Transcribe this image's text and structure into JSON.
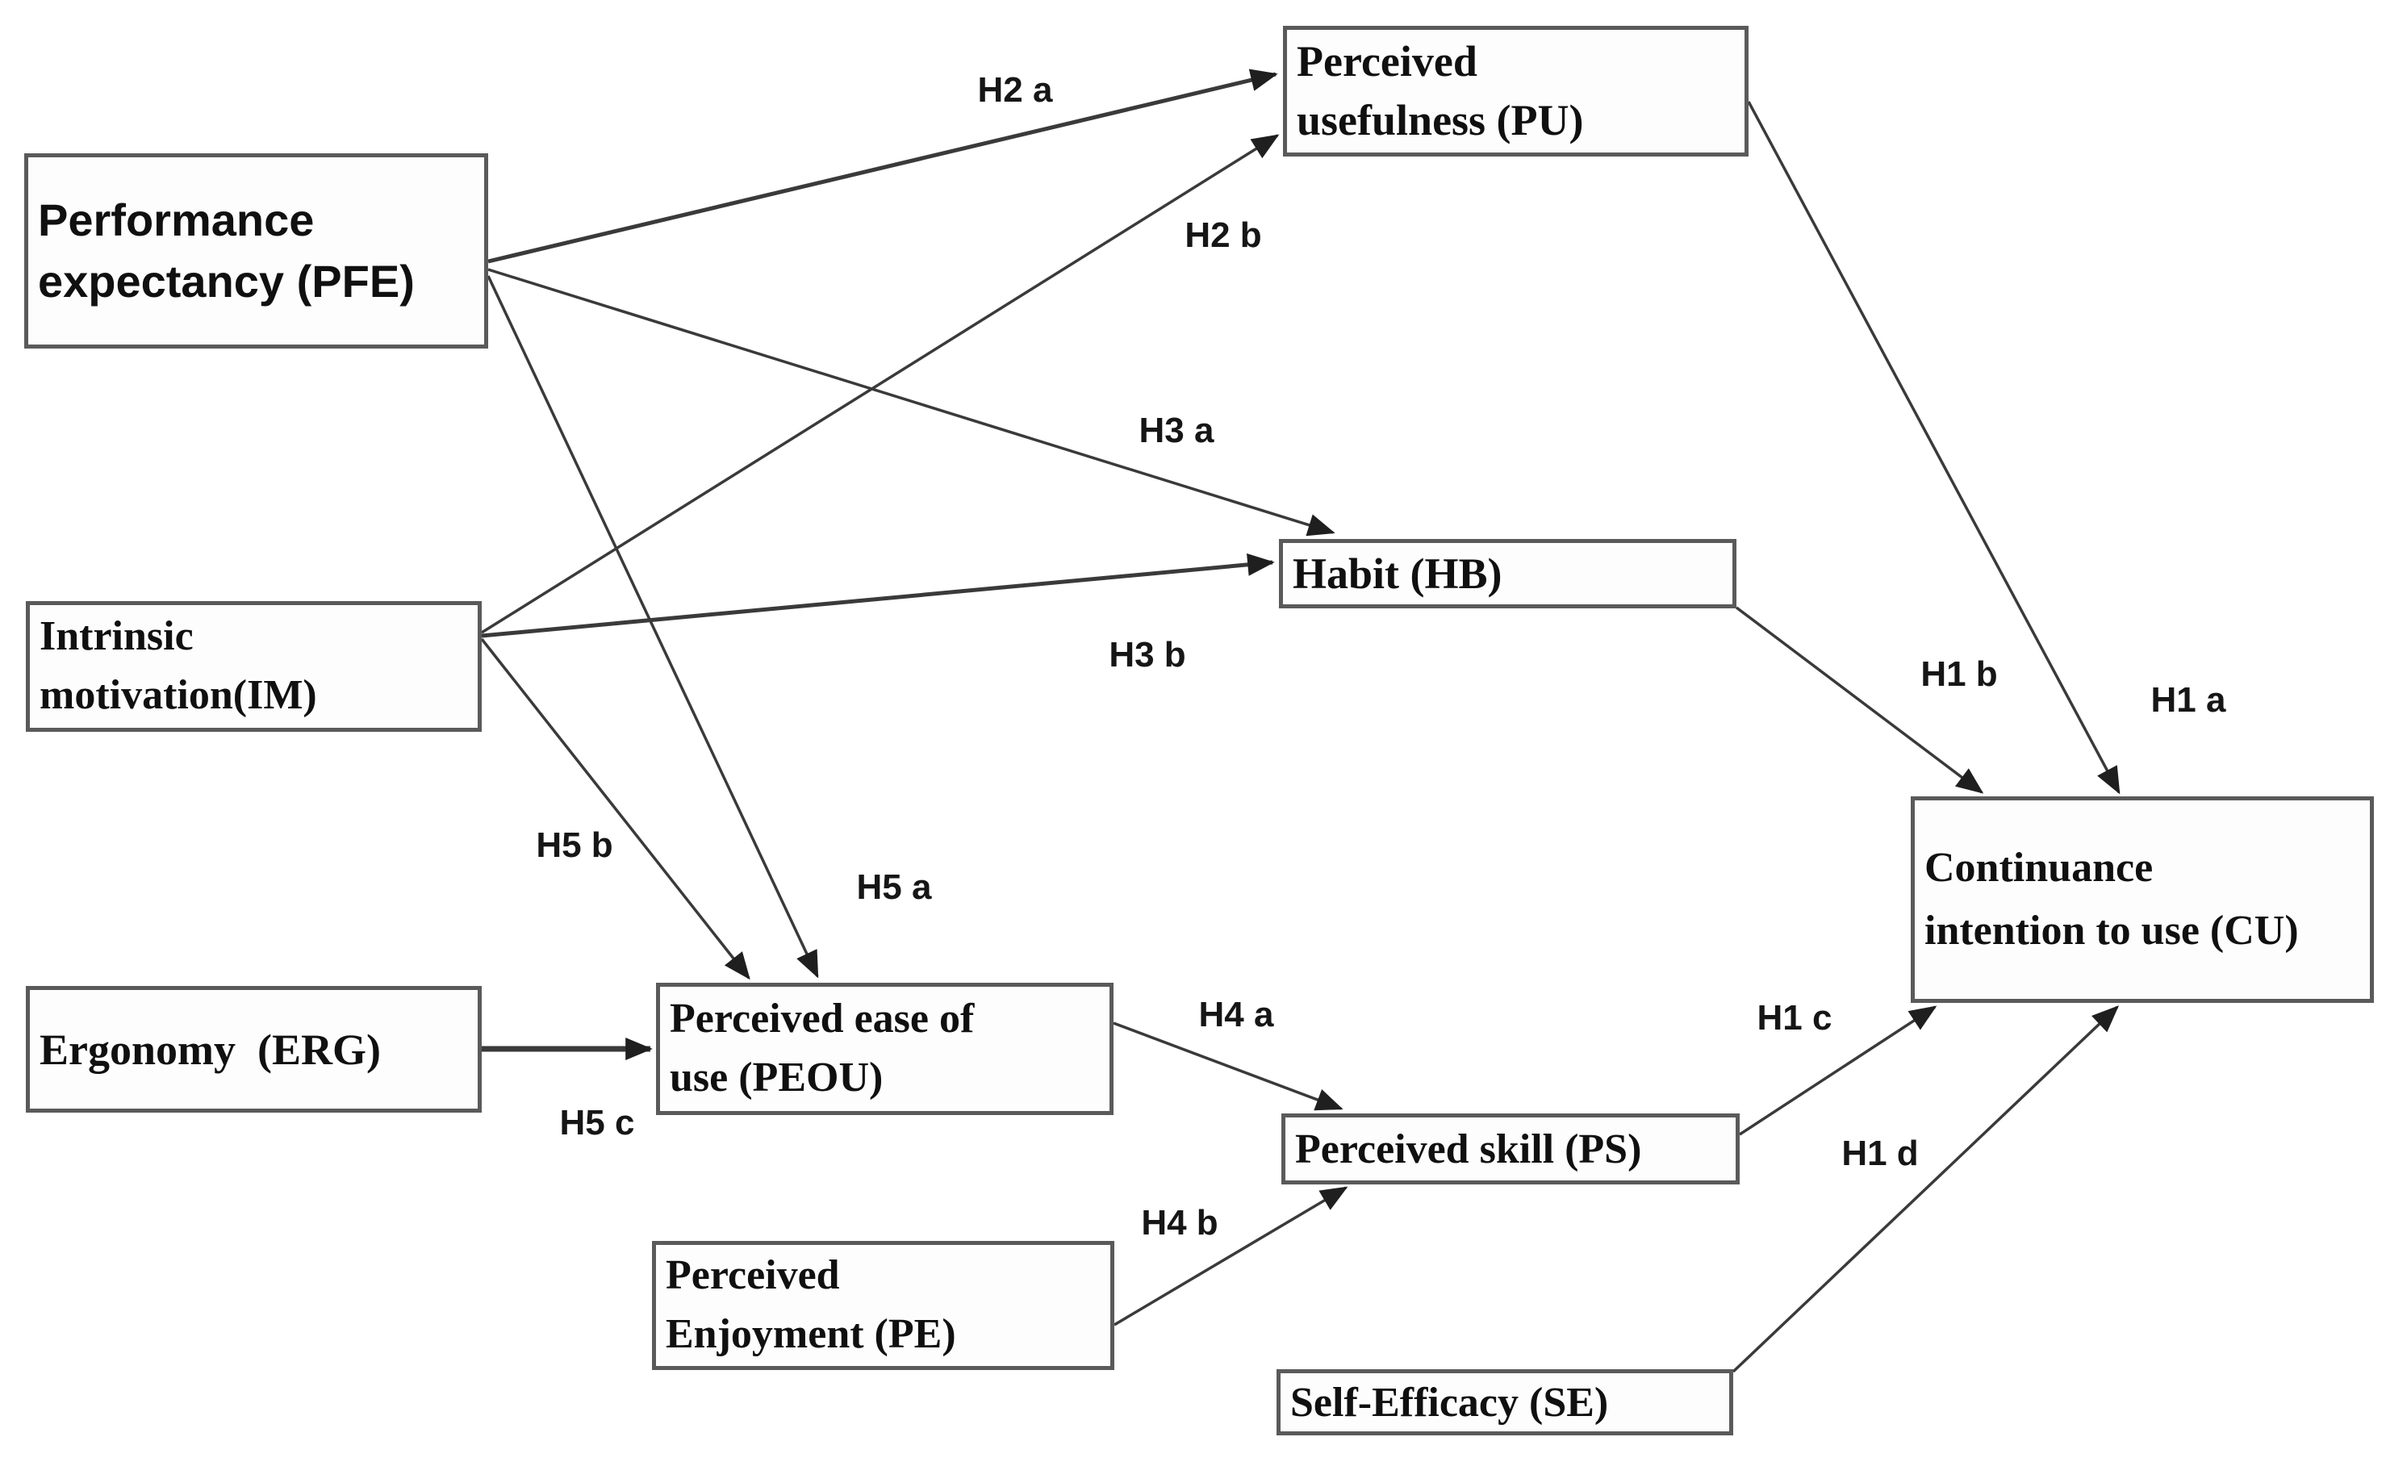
{
  "diagram": {
    "nodes": {
      "pfe": {
        "label": "Performance expectancy (PFE)",
        "abbr": "PFE"
      },
      "im": {
        "label": "Intrinsic motivation(IM)",
        "abbr": "IM"
      },
      "erg": {
        "label": "Ergonomy  (ERG)",
        "abbr": "ERG"
      },
      "pu": {
        "label": "Perceived usefulness (PU)",
        "abbr": "PU"
      },
      "hb": {
        "label": "Habit (HB)",
        "abbr": "HB"
      },
      "peou": {
        "label": "Perceived ease of use (PEOU)",
        "abbr": "PEOU"
      },
      "pe": {
        "label": "Perceived Enjoyment (PE)",
        "abbr": "PE"
      },
      "ps": {
        "label": "Perceived skill (PS)",
        "abbr": "PS"
      },
      "se": {
        "label": "Self-Efficacy (SE)",
        "abbr": "SE"
      },
      "cu": {
        "label": "Continuance intention to use (CU)",
        "abbr": "CU"
      }
    },
    "edges": {
      "h1a": {
        "label": "H1 a",
        "from": "PU",
        "to": "CU"
      },
      "h1b": {
        "label": "H1 b",
        "from": "HB",
        "to": "CU"
      },
      "h1c": {
        "label": "H1 c",
        "from": "PS",
        "to": "CU"
      },
      "h1d": {
        "label": "H1 d",
        "from": "SE",
        "to": "CU"
      },
      "h2a": {
        "label": "H2 a",
        "from": "PFE",
        "to": "PU"
      },
      "h2b": {
        "label": "H2 b",
        "from": "IM",
        "to": "PU"
      },
      "h3a": {
        "label": "H3 a",
        "from": "PFE",
        "to": "HB"
      },
      "h3b": {
        "label": "H3 b",
        "from": "IM",
        "to": "HB"
      },
      "h4a": {
        "label": "H4 a",
        "from": "PEOU",
        "to": "PS"
      },
      "h4b": {
        "label": "H4 b",
        "from": "PE",
        "to": "PS"
      },
      "h5a": {
        "label": "H5 a",
        "from": "PFE",
        "to": "PEOU"
      },
      "h5b": {
        "label": "H5 b",
        "from": "IM",
        "to": "PEOU"
      },
      "h5c": {
        "label": "H5 c",
        "from": "ERG",
        "to": "PEOU"
      }
    },
    "colors": {
      "background": "#ffffff",
      "box_border": "#5a5a5a",
      "text": "#101010",
      "arrow": "#3a3a3a"
    }
  }
}
